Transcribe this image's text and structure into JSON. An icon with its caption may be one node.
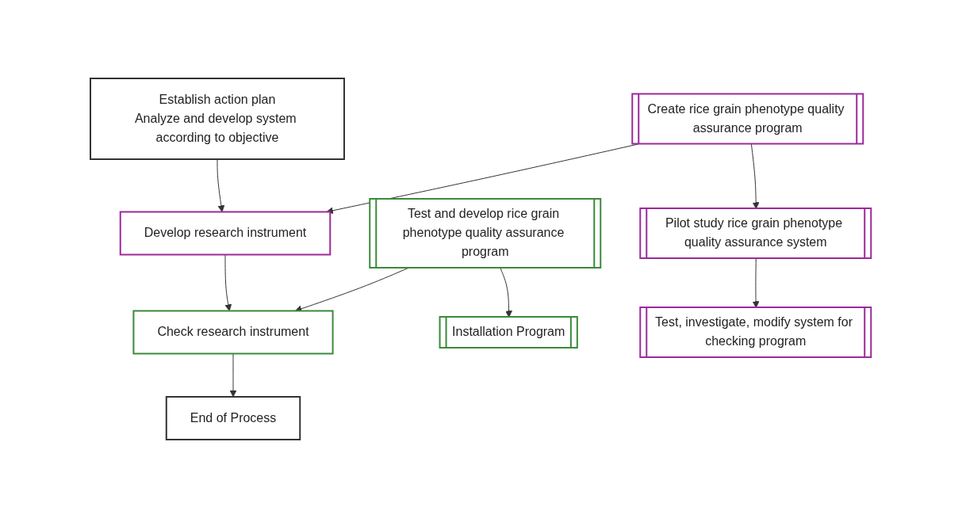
{
  "diagram": {
    "nodes": [
      {
        "text": [
          "Establish action plan",
          "Analyze and develop system according to objective"
        ]
      },
      {
        "text": [
          "Develop research instrument"
        ]
      },
      {
        "text": [
          "Create rice grain phenotype quality assurance program"
        ]
      },
      {
        "text": [
          "Test and develop rice grain phenotype quality assurance program"
        ]
      },
      {
        "text": [
          "Check research instrument"
        ]
      },
      {
        "text": [
          "Pilot study rice grain phenotype quality assurance system"
        ]
      },
      {
        "text": [
          "Installation Program"
        ]
      },
      {
        "text": [
          "End of Process"
        ]
      },
      {
        "text": [
          "Test, investigate, modify system for checking program"
        ]
      }
    ],
    "edges": [
      {
        "from": 0,
        "to": 1,
        "arrow": "to"
      },
      {
        "from": 2,
        "to": 1,
        "arrow": "to"
      },
      {
        "from": 2,
        "to": 5,
        "arrow": "to"
      },
      {
        "from": 1,
        "to": 4,
        "arrow": "to"
      },
      {
        "from": 3,
        "to": 4,
        "arrow": "to"
      },
      {
        "from": 3,
        "to": 6,
        "arrow": "to"
      },
      {
        "from": 4,
        "to": 7,
        "arrow": "to"
      },
      {
        "from": 5,
        "to": 8,
        "arrow": "to"
      }
    ]
  }
}
